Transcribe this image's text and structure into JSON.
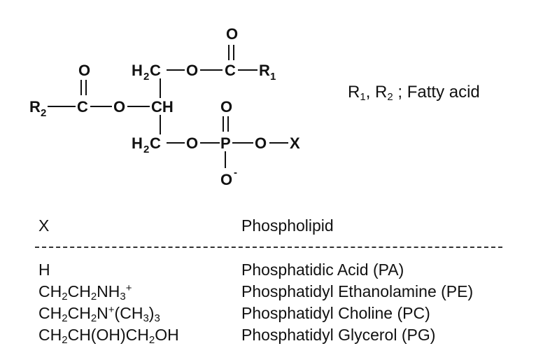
{
  "structure": {
    "atoms": {
      "o_top": "O",
      "h2c_top": "H",
      "h2c_top_sub": "2",
      "h2c_top_c": "C",
      "o_top_link": "O",
      "c_top": "C",
      "r1": "R",
      "r1_sub": "1",
      "o_left": "O",
      "r2": "R",
      "r2_sub": "2",
      "c_left": "C",
      "o_mid": "O",
      "ch": "CH",
      "o_p_top": "O",
      "h2c_bot": "H",
      "h2c_bot_sub": "2",
      "h2c_bot_c": "C",
      "o_bot_link": "O",
      "p": "P",
      "o_p_link": "O",
      "x": "X",
      "o_minus": "O",
      "o_minus_charge": "-"
    }
  },
  "note": {
    "r1": "R",
    "r1_sub": "1",
    "sep": ", ",
    "r2": "R",
    "r2_sub": "2",
    "tail": " ; Fatty acid"
  },
  "table": {
    "headers": {
      "x": "X",
      "phospholipid": "Phospholipid"
    },
    "rows": [
      {
        "x": "H",
        "phospholipid": "Phosphatidic Acid (PA)"
      },
      {
        "x_parts": {
          "a": "CH",
          "b": "2",
          "c": "CH",
          "d": "2",
          "e": "NH",
          "f": "3",
          "g": "+"
        },
        "phospholipid": "Phosphatidyl Ethanolamine (PE)"
      },
      {
        "x_parts": {
          "a": "CH",
          "b": "2",
          "c": "CH",
          "d": "2",
          "e": "N",
          "f": "+",
          "g": "(CH",
          "h": "3",
          "i": ")",
          "j": "3"
        },
        "phospholipid": "Phosphatidyl Choline (PC)"
      },
      {
        "x_parts": {
          "a": "CH",
          "b": "2",
          "c": "CH(OH)CH",
          "d": "2",
          "e": "OH"
        },
        "phospholipid": "Phosphatidyl Glycerol (PG)"
      }
    ]
  }
}
